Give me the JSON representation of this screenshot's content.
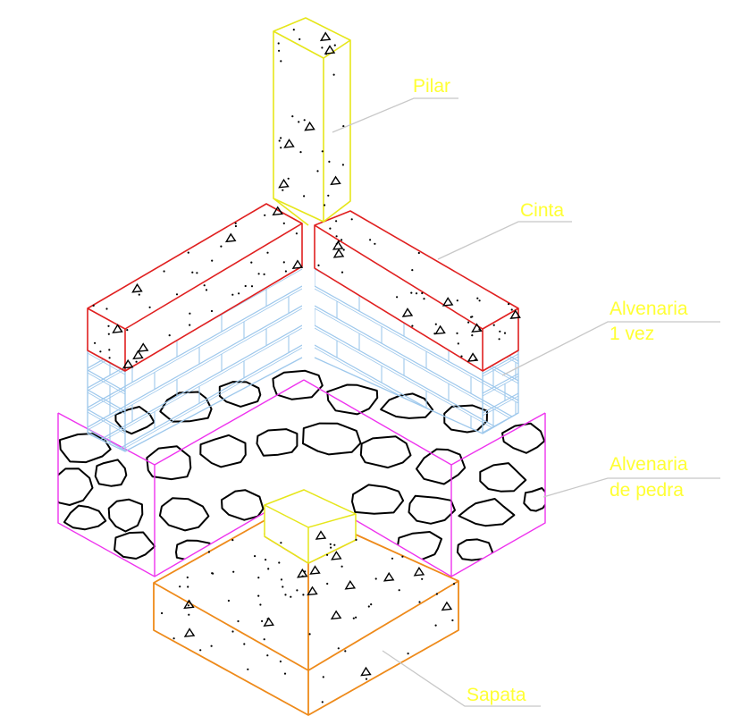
{
  "colors": {
    "label": "#ffff33",
    "leader": "#c8c8c8",
    "pilar": "#e6e61a",
    "cinta": "#e02020",
    "alvenaria_1_vez": "#9ec8ec",
    "alvenaria_pedra": "#ee33ee",
    "sapata": "#ee8a1a"
  },
  "labels": {
    "pilar": "Pilar",
    "cinta": "Cinta",
    "alvenaria_1_vez_line1": "Alvenaria",
    "alvenaria_1_vez_line2": "1 vez",
    "alvenaria_pedra_line1": "Alvenaria",
    "alvenaria_pedra_line2": "de pedra",
    "sapata": "Sapata"
  }
}
